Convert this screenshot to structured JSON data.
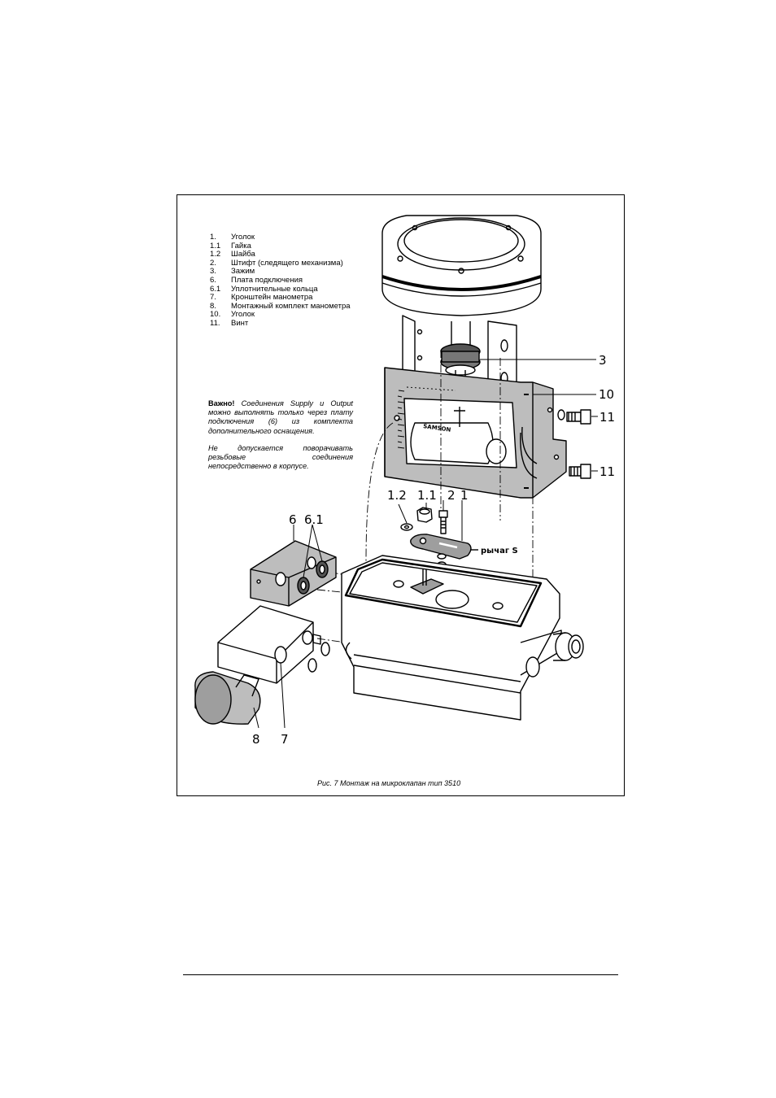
{
  "legend": [
    {
      "num": "1.",
      "label": "Уголок"
    },
    {
      "num": "1.1",
      "label": "Гайка"
    },
    {
      "num": "1.2",
      "label": "Шайба"
    },
    {
      "num": "2.",
      "label": "Штифт (следящего механизма)"
    },
    {
      "num": "3.",
      "label": "Зажим"
    },
    {
      "num": "6.",
      "label": "Плата подключения"
    },
    {
      "num": "6.1",
      "label": "Уплотнительные кольца"
    },
    {
      "num": "7.",
      "label": "Кронштейн манометра"
    },
    {
      "num": "8.",
      "label": "Монтажный комплект манометра"
    },
    {
      "num": "10.",
      "label": "Уголок"
    },
    {
      "num": "11.",
      "label": "Винт"
    }
  ],
  "note": {
    "lead": "Важно!",
    "text1": "Соединения Supply и Output можно выполнять только через плату подключения (6) из комплекта дополнительного оснащения.",
    "text2": "Не допускается поворачивать резьбовые соединения непосредственно в корпусе."
  },
  "callouts": {
    "c3": "3",
    "c10": "10",
    "c11a": "11",
    "c11b": "11",
    "c12": "1.2",
    "c11": "1.1",
    "c2": "2",
    "c1": "1",
    "c6": "6",
    "c61": "6.1",
    "c8": "8",
    "c7": "7",
    "lever": "рычаг S",
    "brand": "SAMSON"
  },
  "caption": "Рис. 7 Монтаж на микроклапан тип 3510"
}
